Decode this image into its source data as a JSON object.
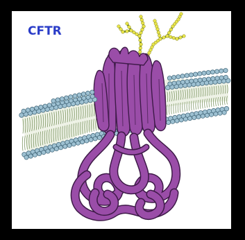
{
  "title": "CFTR",
  "colors": {
    "background": "#000000",
    "panel": "#ffffff",
    "title": "#2a3cc8",
    "protein": "#9a4da8",
    "protein_dark": "#3e1a48",
    "head": "#9ec1d2",
    "head_outline": "#4a6e80",
    "tail": "#6e8a52",
    "glycan_bead": "#e8e44c",
    "glycan_stalk": "#6e8a30"
  },
  "icons": [
    "cftr-protein",
    "lipid-bilayer",
    "glycan-chains"
  ]
}
